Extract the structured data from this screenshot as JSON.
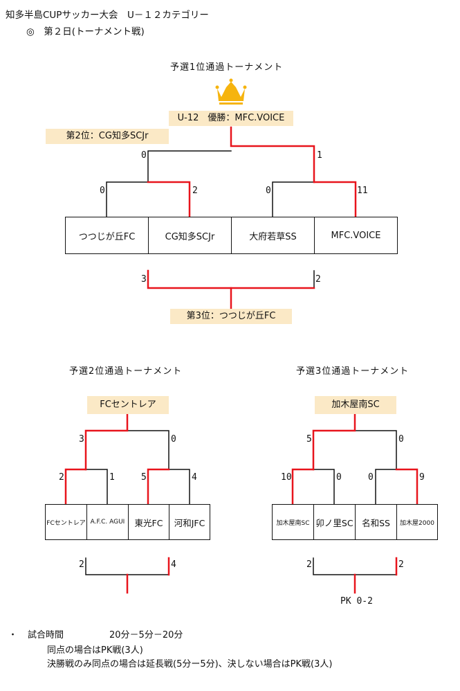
{
  "header": {
    "title": "知多半島CUPサッカー大会　U－１２カテゴリー",
    "subtitle": "◎　第２日(トーナメント戦)"
  },
  "main_bracket": {
    "title": "予選1位通過トーナメント",
    "champion_label": "U-12　優勝：MFC.VOICE",
    "second_label": "第2位：CG知多SCJr",
    "third_label": "第3位：つつじが丘FC",
    "teams": [
      "つつじが丘FC",
      "CG知多SCJr",
      "大府若草SS",
      "MFC.VOICE"
    ],
    "scores": {
      "r1_left_a": "0",
      "r1_left_b": "2",
      "r1_right_a": "0",
      "r1_right_b": "11",
      "final_left": "0",
      "final_right": "1",
      "third_left": "3",
      "third_right": "2"
    }
  },
  "second_bracket": {
    "title": "予選2位通過トーナメント",
    "winner_label": "FCセントレア",
    "teams": [
      "FCセントレア",
      "A.F.C. AGUI",
      "東光FC",
      "河和JFC"
    ],
    "scores": {
      "r1_left_a": "2",
      "r1_left_b": "1",
      "r1_right_a": "5",
      "r1_right_b": "4",
      "final_left": "3",
      "final_right": "0",
      "third_left": "2",
      "third_right": "4"
    }
  },
  "third_bracket": {
    "title": "予選3位通過トーナメント",
    "winner_label": "加木屋南SC",
    "teams": [
      "加木屋南SC",
      "卯ノ里SC",
      "名和SS",
      "加木屋2000"
    ],
    "scores": {
      "r1_left_a": "10",
      "r1_left_b": "0",
      "r1_right_a": "0",
      "r1_right_b": "9",
      "final_left": "5",
      "final_right": "0",
      "third_left": "2",
      "third_right": "2"
    },
    "pk_note": "PK 0-2"
  },
  "notes": {
    "bullet": "・",
    "label": "試合時間",
    "time": "20分－5分－20分",
    "line2": "同点の場合はPK戦(3人)",
    "line3": "決勝戦のみ同点の場合は延長戦(5分ー5分)、決しない場合はPK戦(3人)"
  },
  "colors": {
    "winner_line": "#e8141c",
    "loser_line": "#111111",
    "highlight_bg": "#fbe9c6",
    "crown": "#f6b40e"
  },
  "icons": {
    "crown": "crown-icon"
  }
}
